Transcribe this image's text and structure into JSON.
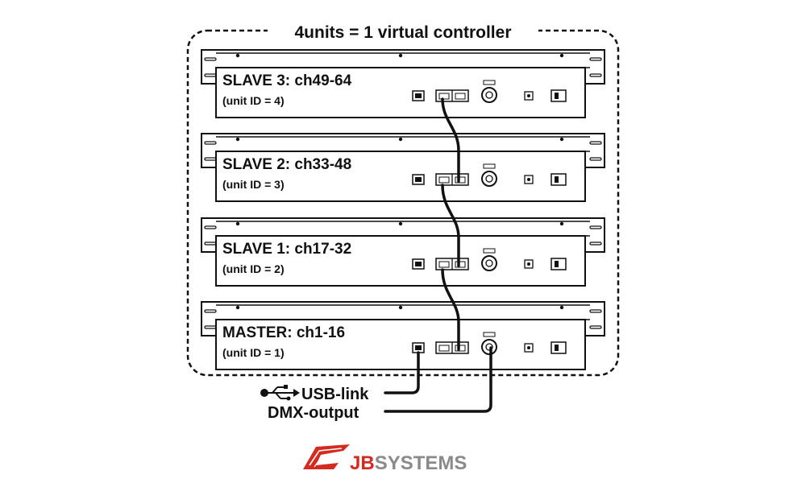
{
  "diagram": {
    "title": "4units = 1 virtual controller",
    "units": [
      {
        "name": "SLAVE 3: ch49-64",
        "id_label": "(unit ID = 4)"
      },
      {
        "name": "SLAVE 2: ch33-48",
        "id_label": "(unit ID = 3)"
      },
      {
        "name": "SLAVE 1: ch17-32",
        "id_label": "(unit ID = 2)"
      },
      {
        "name": "MASTER: ch1-16",
        "id_label": "(unit ID = 1)"
      }
    ],
    "connections": {
      "usb_label": "USB-link",
      "dmx_label": "DMX-output"
    }
  },
  "brand": {
    "logo_part1": "JB",
    "logo_part2": "SYSTEMS",
    "color_red": "#d42a1f",
    "color_grey": "#8a8a8a"
  },
  "icons": [
    "usb-icon",
    "jbsystems-logo-icon"
  ]
}
